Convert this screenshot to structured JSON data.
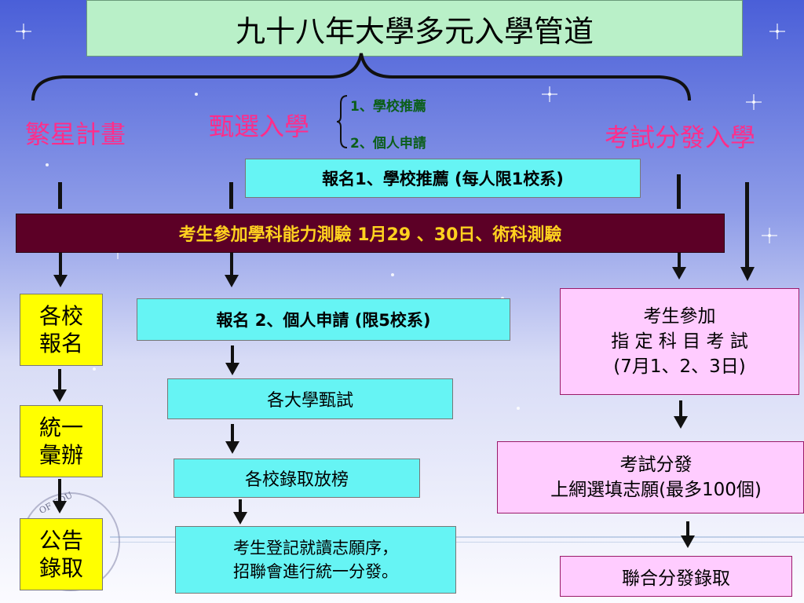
{
  "title": "九十八年大學多元入學管道",
  "channels": {
    "star": "繁星計畫",
    "selection": "甄選入學",
    "sub1": "1、學校推薦",
    "sub2": "2、個人申請",
    "exam": "考試分發入學"
  },
  "boxes": {
    "register_school": "報名1、學校推薦 (每人限1校系)",
    "gsat": "考生參加學科能力測驗 1月29 、30日、術科測驗",
    "school_register": "各校\n報名",
    "unified": "統一\n彙辦",
    "announce": "公告\n錄取",
    "register_personal": "報名 2、個人申請 (限5校系)",
    "university_selection": "各大學甄試",
    "school_admission": "各校錄取放榜",
    "register_preference": "考生登記就讀志願序，\n招聯會進行統一分發。",
    "ast": "考生參加\n指 定 科 目 考 試\n(7月1、2、3日)",
    "exam_distribution": "考試分發\n上網選填志願(最多100個)",
    "joint_admission": "聯合分發錄取"
  },
  "seal_text": "OF EDU",
  "colors": {
    "title_bg": "#b9f0c8",
    "cyan": "#66f4f4",
    "yellow": "#ffff00",
    "maroon": "#5c0026",
    "gold_text": "#ffd21f",
    "pink": "#ffccff",
    "magenta_text": "#ff2d8a"
  }
}
